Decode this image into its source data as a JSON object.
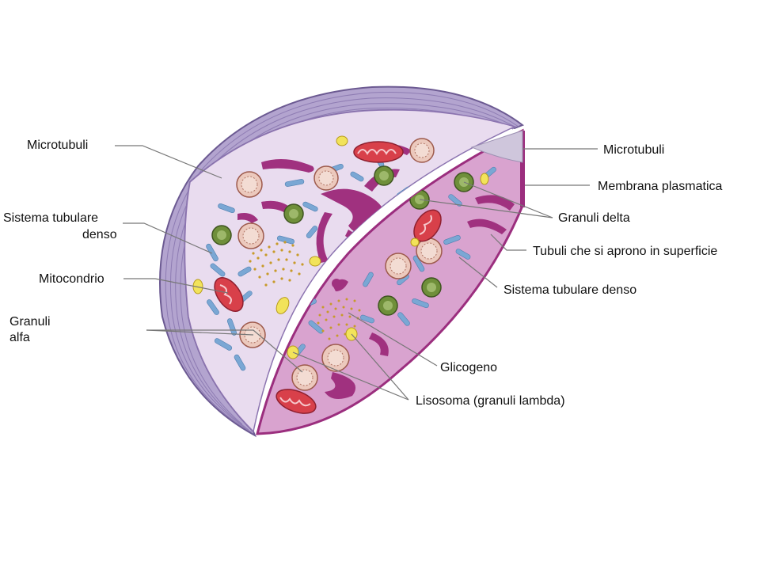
{
  "labels": {
    "microtubuli_left": "Microtubuli",
    "sistema_tubulare_denso_line1": "Sistema tubulare",
    "sistema_tubulare_denso_line2": "denso",
    "mitocondrio": "Mitocondrio",
    "granuli_alfa_line1": "Granuli",
    "granuli_alfa_line2": "alfa",
    "microtubuli_right": "Microtubuli",
    "membrana_plasmatica": "Membrana plasmatica",
    "granuli_delta": "Granuli delta",
    "tubuli_superficie": "Tubuli che si aprono in superficie",
    "sistema_tubulare_denso_right": "Sistema tubulare denso",
    "glicogeno": "Glicogeno",
    "lisosoma": "Lisosoma (granuli lambda)"
  },
  "colors": {
    "outer_rim": "#b3a4cf",
    "outer_rim_stripe": "#8e7cb3",
    "cytoplasm": "#e9dcef",
    "cut_face": "#d9a3cf",
    "membrane": "#9b2e7e",
    "tubular": "#7aa7d4",
    "open_canal": "#a0317f",
    "mito": "#d8404a",
    "alpha": "#ecc9bd",
    "delta": "#6f8f3a",
    "lysosome": "#f2e35a",
    "glycogen": "#c89a2a"
  }
}
